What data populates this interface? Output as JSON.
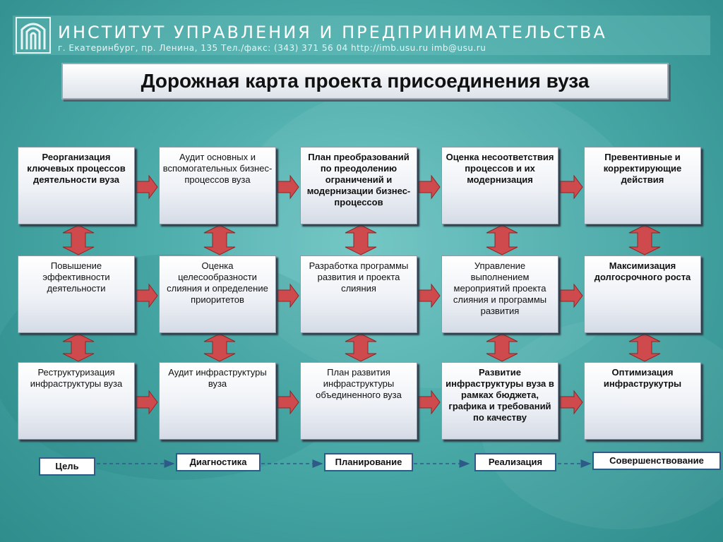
{
  "header": {
    "institute_name": "ИНСТИТУТ УПРАВЛЕНИЯ И ПРЕДПРИНИМАТЕЛЬСТВА",
    "address": "г. Екатеринбург, пр. Ленина, 135 Тел./факс: (343) 371 56 04 http://imb.usu.ru   imb@usu.ru"
  },
  "title": "Дорожная карта  проекта присоединения вуза",
  "rows": [
    [
      "Реорганизация ключевых процессов деятельности вуза",
      "Аудит основных и вспомогательных бизнес-процессов вуза",
      "План преобразований по преодолению ограничений  и модернизации бизнес-процессов",
      "Оценка несоответствия процессов и их модернизация",
      "Превентивные и корректирующие действия"
    ],
    [
      "Повышение эффективности деятельности",
      "Оценка целесообразности слияния и определение приоритетов",
      "Разработка программы развития и проекта слияния",
      "Управление выполнением мероприятий проекта слияния и программы развития",
      "Максимизация долгосрочного роста"
    ],
    [
      "Реструктуризация инфраструктуры вуза",
      "Аудит инфраструктуры вуза",
      "План развития инфраструктуры объединенного вуза",
      "Развитие инфраструктуры вуза в рамках бюджета, графика и требований по качеству",
      "Оптимизация инфраструкутры"
    ]
  ],
  "stages": [
    "Цель",
    "Диагностика",
    "Планирование",
    "Реализация",
    "Совершенствование"
  ],
  "colors": {
    "arrow_fill": "#cf4a4d",
    "stage_border": "#2e5a8a",
    "background": "#4aaba9"
  }
}
